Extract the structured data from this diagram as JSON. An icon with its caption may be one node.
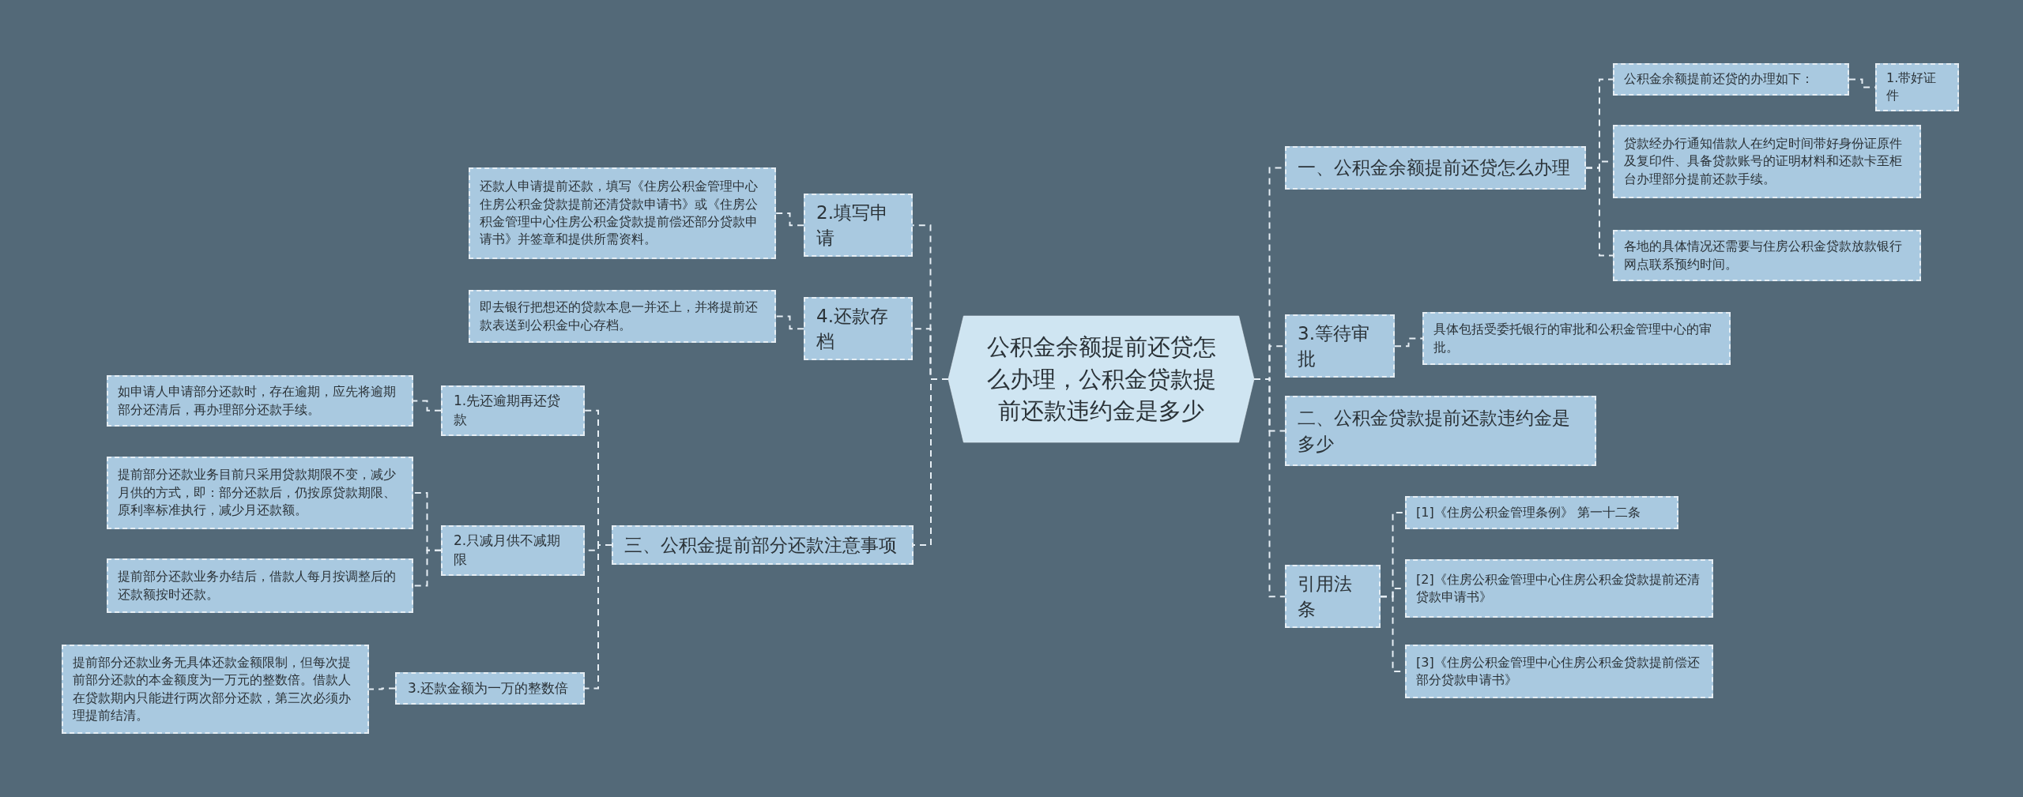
{
  "diagram": {
    "nodes": [
      {
        "text": [
          "公积金余额提前还贷怎么办理，公积金贷款提前还款违约金是多少"
        ]
      },
      {
        "text": [
          "2.填写申请"
        ]
      },
      {
        "text": [
          "还款人申请提前还款，填写《住房公积金管理中心住房公积金贷款提前还清贷款申请书》或《住房公积金管理中心住房公积金贷款提前偿还部分贷款申请书》并签章和提供所需资料。"
        ]
      },
      {
        "text": [
          "4.还款存档"
        ]
      },
      {
        "text": [
          "即去银行把想还的贷款本息一并还上，并将提前还款表送到公积金中心存档。"
        ]
      },
      {
        "text": [
          "三、公积金提前部分还款注意事项"
        ]
      },
      {
        "text": [
          "1.先还逾期再还贷款"
        ]
      },
      {
        "text": [
          "如申请人申请部分还款时，存在逾期，应先将逾期部分还清后，再办理部分还款手续。"
        ]
      },
      {
        "text": [
          "2.只减月供不减期限"
        ]
      },
      {
        "text": [
          "提前部分还款业务目前只采用贷款期限不变，减少月供的方式，即：部分还款后，仍按原贷款期限、原利率标准执行，减少月还款额。"
        ]
      },
      {
        "text": [
          "提前部分还款业务办结后，借款人每月按调整后的还款额按时还款。"
        ]
      },
      {
        "text": [
          "3.还款金额为一万的整数倍"
        ]
      },
      {
        "text": [
          "提前部分还款业务无具体还款金额限制，但每次提前部分还款的本金额度为一万元的整数倍。借款人在贷款期内只能进行两次部分还款，第三次必须办理提前结清。"
        ]
      },
      {
        "text": [
          "一、公积金余额提前还贷怎么办理"
        ]
      },
      {
        "text": [
          "公积金余额提前还贷的办理如下："
        ]
      },
      {
        "text": [
          "1.带好证件"
        ]
      },
      {
        "text": [
          "贷款经办行通知借款人在约定时间带好身份证原件及复印件、具备贷款账号的证明材料和还款卡至柜台办理部分提前还款手续。"
        ]
      },
      {
        "text": [
          "各地的具体情况还需要与住房公积金贷款放款银行网点联系预约时间。"
        ]
      },
      {
        "text": [
          "3.等待审批"
        ]
      },
      {
        "text": [
          "具体包括受委托银行的审批和公积金管理中心的审批。"
        ]
      },
      {
        "text": [
          "二、公积金贷款提前还款违约金是多少"
        ]
      },
      {
        "text": [
          "引用法条"
        ]
      },
      {
        "text": [
          "[1]《住房公积金管理条例》 第一十二条"
        ]
      },
      {
        "text": [
          "[2]《住房公积金管理中心住房公积金贷款提前还清贷款申请书》"
        ]
      },
      {
        "text": [
          "[3]《住房公积金管理中心住房公积金贷款提前偿还部分贷款申请书》"
        ]
      }
    ],
    "edges": [
      {
        "from": 0,
        "to": 1,
        "arrow": "none"
      },
      {
        "from": 1,
        "to": 2,
        "arrow": "none"
      },
      {
        "from": 0,
        "to": 3,
        "arrow": "none"
      },
      {
        "from": 3,
        "to": 4,
        "arrow": "none"
      },
      {
        "from": 0,
        "to": 5,
        "arrow": "none"
      },
      {
        "from": 5,
        "to": 6,
        "arrow": "none"
      },
      {
        "from": 6,
        "to": 7,
        "arrow": "none"
      },
      {
        "from": 5,
        "to": 8,
        "arrow": "none"
      },
      {
        "from": 8,
        "to": 9,
        "arrow": "none"
      },
      {
        "from": 8,
        "to": 10,
        "arrow": "none"
      },
      {
        "from": 5,
        "to": 11,
        "arrow": "none"
      },
      {
        "from": 11,
        "to": 12,
        "arrow": "none"
      },
      {
        "from": 0,
        "to": 13,
        "arrow": "none"
      },
      {
        "from": 13,
        "to": 14,
        "arrow": "none"
      },
      {
        "from": 14,
        "to": 15,
        "arrow": "none"
      },
      {
        "from": 13,
        "to": 16,
        "arrow": "none"
      },
      {
        "from": 13,
        "to": 17,
        "arrow": "none"
      },
      {
        "from": 0,
        "to": 18,
        "arrow": "none"
      },
      {
        "from": 18,
        "to": 19,
        "arrow": "none"
      },
      {
        "from": 0,
        "to": 20,
        "arrow": "none"
      },
      {
        "from": 0,
        "to": 21,
        "arrow": "none"
      },
      {
        "from": 21,
        "to": 22,
        "arrow": "none"
      },
      {
        "from": 21,
        "to": 23,
        "arrow": "none"
      },
      {
        "from": 21,
        "to": 24,
        "arrow": "none"
      }
    ]
  }
}
